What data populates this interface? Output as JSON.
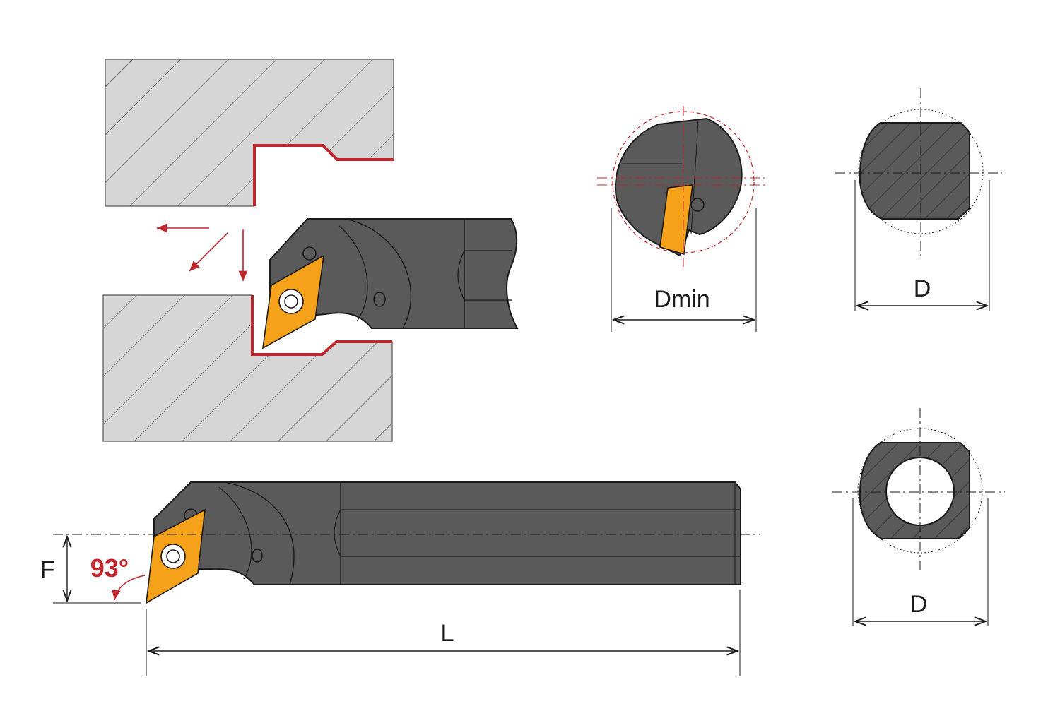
{
  "labels": {
    "dmin": "Dmin",
    "d_top": "D",
    "d_bottom": "D",
    "f": "F",
    "l": "L",
    "angle": "93°"
  },
  "colors": {
    "workpiece": "#d6d6d6",
    "tool_body": "#5a5a5a",
    "insert": "#f5a11a",
    "cut_path": "#c0272d",
    "chip_arrows": "#c0272d",
    "dimension_lines": "#1a1a1a"
  }
}
